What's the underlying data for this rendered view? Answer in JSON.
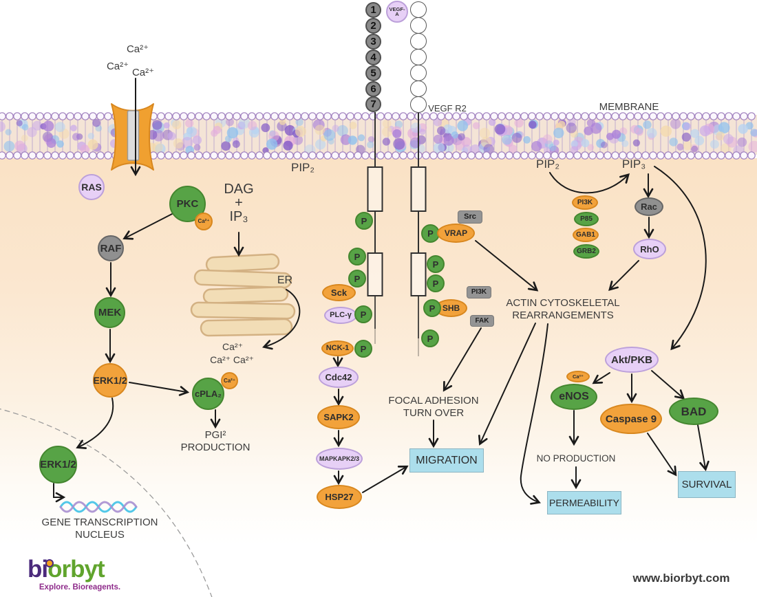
{
  "palette": {
    "orange": "#F2A23B",
    "green": "#57A346",
    "lavender": "#E7D0F6",
    "gray": "#909090",
    "outcome_blue": "#ACDEEC",
    "membrane_tint": "#F4E4D6",
    "cytoplasm": "#FAE2C5",
    "text": "#3B3B3B",
    "dna_cyan": "#52C8E8",
    "dna_purple": "#A98FD0",
    "logo_purple": "#4B2A7C",
    "logo_green": "#60A42D",
    "logo_orange": "#F5A21F",
    "logo_tagline": "#8E2B8A"
  },
  "membrane": {
    "label": "MEMBRANE"
  },
  "receptor": {
    "name": "VEGF R2",
    "ligand": "VEGF-A",
    "domains": [
      "1",
      "2",
      "3",
      "4",
      "5",
      "6",
      "7"
    ]
  },
  "ions": {
    "ca": "Ca²⁺"
  },
  "nodes": {
    "ras": "RAS",
    "pkc": "PKC",
    "raf": "RAF",
    "mek": "MEK",
    "erk": "ERK1/2",
    "cpla2": "cPLA₂",
    "erk_nuclear": "ERK1/2",
    "sck": "Sck",
    "plc_gamma": "PLC-γ",
    "nck1": "NCK-1",
    "cdc42": "Cdc42",
    "sapk2": "SAPK2",
    "mapkapk23": "MAPKAPK2/3",
    "hsp27": "HSP27",
    "p": "P",
    "src": "Src",
    "vrap": "VRAP",
    "pi3k_left": "PI3K",
    "shb": "SHB",
    "fak": "FAK",
    "pi3k": "PI3K",
    "p85": "P85",
    "gab1": "GAB1",
    "grb2": "GRB2",
    "rac": "Rac",
    "rho": "RhO",
    "akt": "Akt/PKB",
    "enos": "eNOS",
    "caspase9": "Caspase 9",
    "bad": "BAD"
  },
  "labels": {
    "pip2_receptor": "PIP₂",
    "pip2": "PIP₂",
    "pip3": "PIP₃",
    "dag_ip3": "DAG\n+\nIP₃",
    "er": "ER",
    "ca_single": "Ca²⁺",
    "ca_pair": "Ca²⁺ Ca²⁺",
    "actin": "ACTIN CYTOSKELETAL\nREARRANGEMENTS",
    "focal_adhesion": "FOCAL ADHESION\nTURN OVER",
    "pgi_production": "PGI²\nPRODUCTION",
    "no_production": "NO PRODUCTION",
    "gene_transcription": "GENE TRANSCRIPTION\nNUCLEUS"
  },
  "outcomes": {
    "migration": "MIGRATION",
    "permeability": "PERMEABILITY",
    "survival": "SURVIVAL"
  },
  "logo": {
    "part1": "bi",
    "part2": "orbyt",
    "tagline": "Explore. Bioreagents."
  },
  "footer": {
    "website": "www.biorbyt.com"
  }
}
